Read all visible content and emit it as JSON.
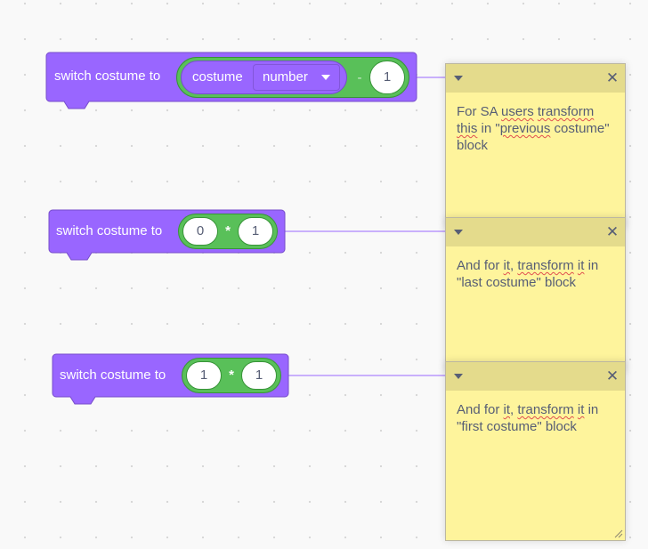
{
  "blocks": [
    {
      "label": "switch costume to",
      "reporter": {
        "inner_label": "costume",
        "dropdown_value": "number",
        "operator": "-",
        "operand": "1"
      }
    },
    {
      "label": "switch costume to",
      "reporter": {
        "left": "0",
        "operator": "*",
        "right": "1"
      }
    },
    {
      "label": "switch costume to",
      "reporter": {
        "left": "1",
        "operator": "*",
        "right": "1"
      }
    }
  ],
  "comments": [
    {
      "segments": [
        {
          "text": "For SA ",
          "misspelled": false
        },
        {
          "text": "users",
          "misspelled": true
        },
        {
          "text": " ",
          "misspelled": false
        },
        {
          "text": "transform",
          "misspelled": true
        },
        {
          "text": " ",
          "misspelled": false
        },
        {
          "text": "this",
          "misspelled": true
        },
        {
          "text": " in \"",
          "misspelled": false
        },
        {
          "text": "previous",
          "misspelled": true
        },
        {
          "text": " costume\" block",
          "misspelled": false
        }
      ]
    },
    {
      "segments": [
        {
          "text": "And for ",
          "misspelled": false
        },
        {
          "text": "it",
          "misspelled": true
        },
        {
          "text": ", ",
          "misspelled": false
        },
        {
          "text": "transform",
          "misspelled": true
        },
        {
          "text": " ",
          "misspelled": false
        },
        {
          "text": "it",
          "misspelled": true
        },
        {
          "text": " in \"last costume\" block",
          "misspelled": false
        }
      ]
    },
    {
      "segments": [
        {
          "text": "And for ",
          "misspelled": false
        },
        {
          "text": "it",
          "misspelled": true
        },
        {
          "text": ", ",
          "misspelled": false
        },
        {
          "text": "transform",
          "misspelled": true
        },
        {
          "text": " ",
          "misspelled": false
        },
        {
          "text": "it",
          "misspelled": true
        },
        {
          "text": " in \"first costume\" block",
          "misspelled": false
        }
      ]
    }
  ],
  "icons": {
    "collapse": "caret-down-icon",
    "close": "close-icon",
    "resize": "resize-handle-icon"
  },
  "colors": {
    "looks_block": "#9966ff",
    "looks_block_border": "#774dcb",
    "operator_block": "#59c059",
    "operator_block_border": "#389438",
    "comment_body": "#fef49c",
    "comment_header": "#e4db8c",
    "connector_line": "#9966ff",
    "text_dark": "#575e75"
  }
}
